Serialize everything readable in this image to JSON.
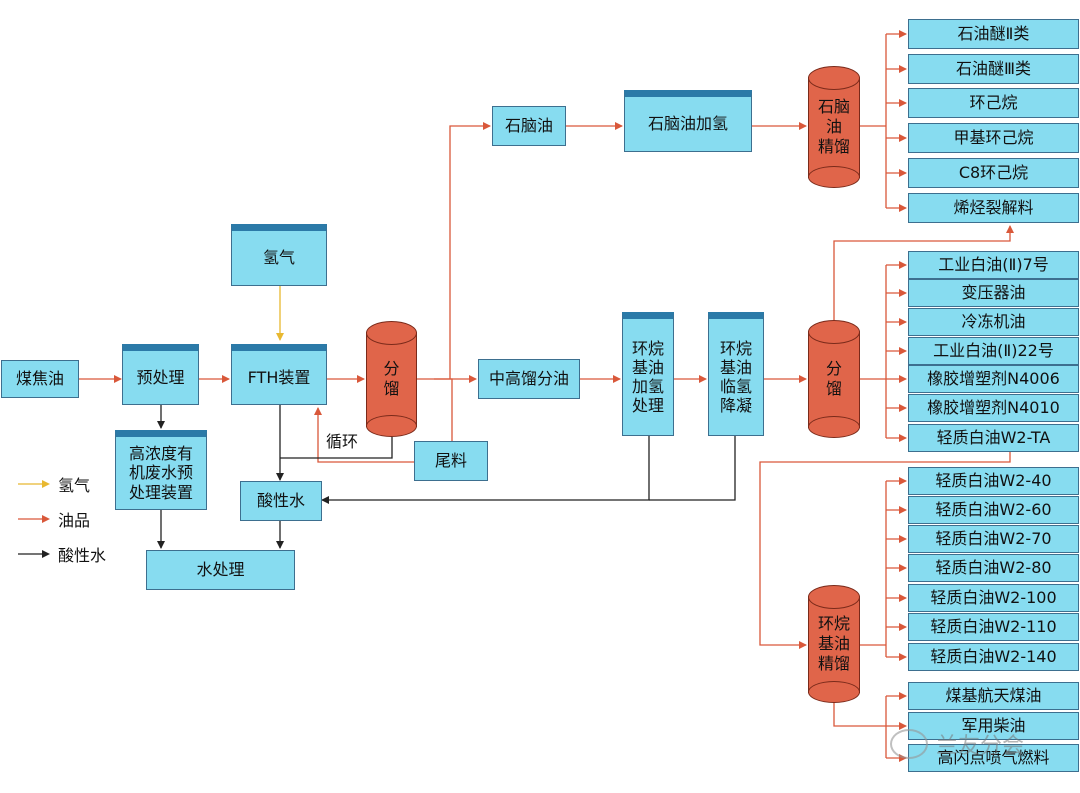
{
  "nodes": {
    "meijiaoyou": "煤焦油",
    "pretreat": "预处理",
    "fth": "FTH装置",
    "hydrogen": "氢气",
    "wastewater": "高浓度有\n机废水预\n处理装置",
    "acid_water": "酸性水",
    "water_treat": "水处理",
    "frac1": "分\n馏",
    "tail": "尾料",
    "mid_high": "中高馏分油",
    "naphtha": "石脑油",
    "naphtha_h": "石脑油加氢",
    "naphtha_dist": "石脑\n油\n精馏",
    "cyc_hydro": "环烷\n基油\n加氢\n处理",
    "cyc_dewax": "环烷\n基油\n临氢\n降凝",
    "frac2": "分\n馏",
    "cyc_dist": "环烷\n基油\n精馏",
    "recycle": "循环"
  },
  "products": {
    "naphtha_products": [
      "石油醚Ⅱ类",
      "石油醚Ⅲ类",
      "环己烷",
      "甲基环己烷",
      "C8环己烷",
      "烯烃裂解料"
    ],
    "frac2_products": [
      "工业白油(Ⅱ)7号",
      "变压器油",
      "冷冻机油",
      "工业白油(Ⅱ)22号",
      "橡胶增塑剂N4006",
      "橡胶增塑剂N4010",
      "轻质白油W2-TA"
    ],
    "cyc_products": [
      "轻质白油W2-40",
      "轻质白油W2-60",
      "轻质白油W2-70",
      "轻质白油W2-80",
      "轻质白油W2-100",
      "轻质白油W2-110",
      "轻质白油W2-140"
    ],
    "fuel_products": [
      "煤基航天煤油",
      "军用柴油",
      "高闪点喷气燃料"
    ]
  },
  "legend": {
    "hydrogen": "氢气",
    "oil": "油品",
    "acid": "酸性水"
  },
  "colors": {
    "hydrogen": "#e8b830",
    "oil": "#d9583a",
    "acid": "#222222",
    "box": "#87dcf0",
    "tank": "#e0654a"
  },
  "watermark": "兰友分会"
}
